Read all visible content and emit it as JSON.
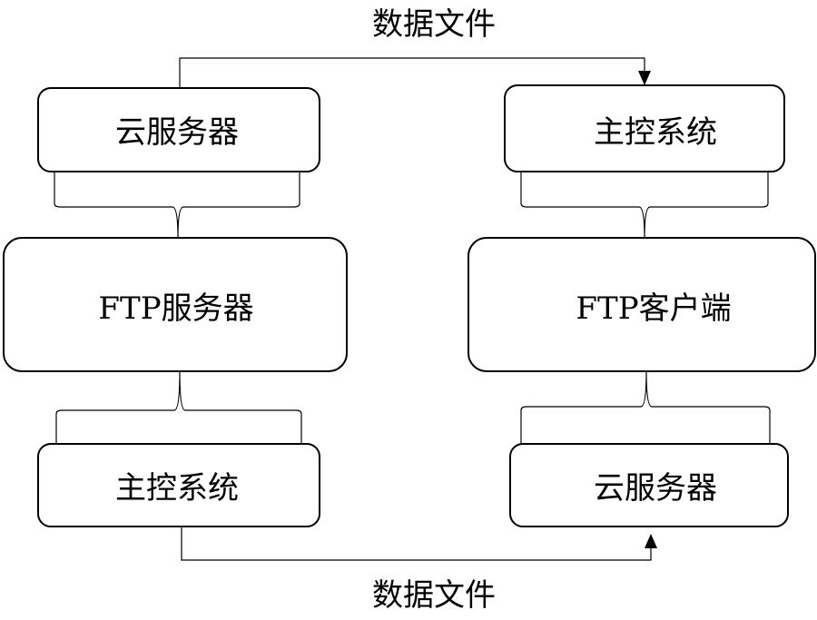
{
  "diagram": {
    "top_flow_label": "数据文件",
    "bottom_flow_label": "数据文件",
    "left": {
      "top_box": "云服务器",
      "middle_box": "FTP服务器",
      "bottom_box": "主控系统"
    },
    "right": {
      "top_box": "主控系统",
      "middle_box": "FTP客户端",
      "bottom_box": "云服务器"
    }
  }
}
